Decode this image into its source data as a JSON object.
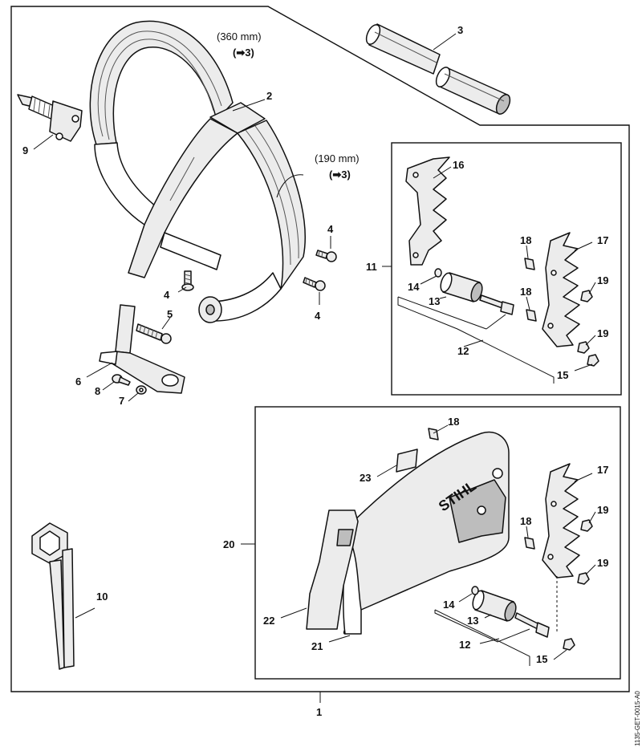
{
  "callouts": {
    "c1": "1",
    "c2": "2",
    "c3": "3",
    "c4a": "4",
    "c4b": "4",
    "c4c": "4",
    "c5": "5",
    "c6": "6",
    "c7": "7",
    "c8": "8",
    "c9": "9",
    "c10": "10",
    "c11": "11",
    "c12a": "12",
    "c12b": "12",
    "c13a": "13",
    "c13b": "13",
    "c14a": "14",
    "c14b": "14",
    "c15a": "15",
    "c15b": "15",
    "c16": "16",
    "c17a": "17",
    "c17b": "17",
    "c18a": "18",
    "c18b": "18",
    "c18c": "18",
    "c18d": "18",
    "c19a": "19",
    "c19b": "19",
    "c19c": "19",
    "c19d": "19",
    "c20": "20",
    "c21": "21",
    "c22": "22",
    "c23": "23"
  },
  "notes": {
    "len360": "(360 mm)",
    "ref360": "(➡3)",
    "len190": "(190 mm)",
    "ref190": "(➡3)"
  },
  "logo_text": "STIHL",
  "drawing_code": "1135-GET-0015-A0"
}
